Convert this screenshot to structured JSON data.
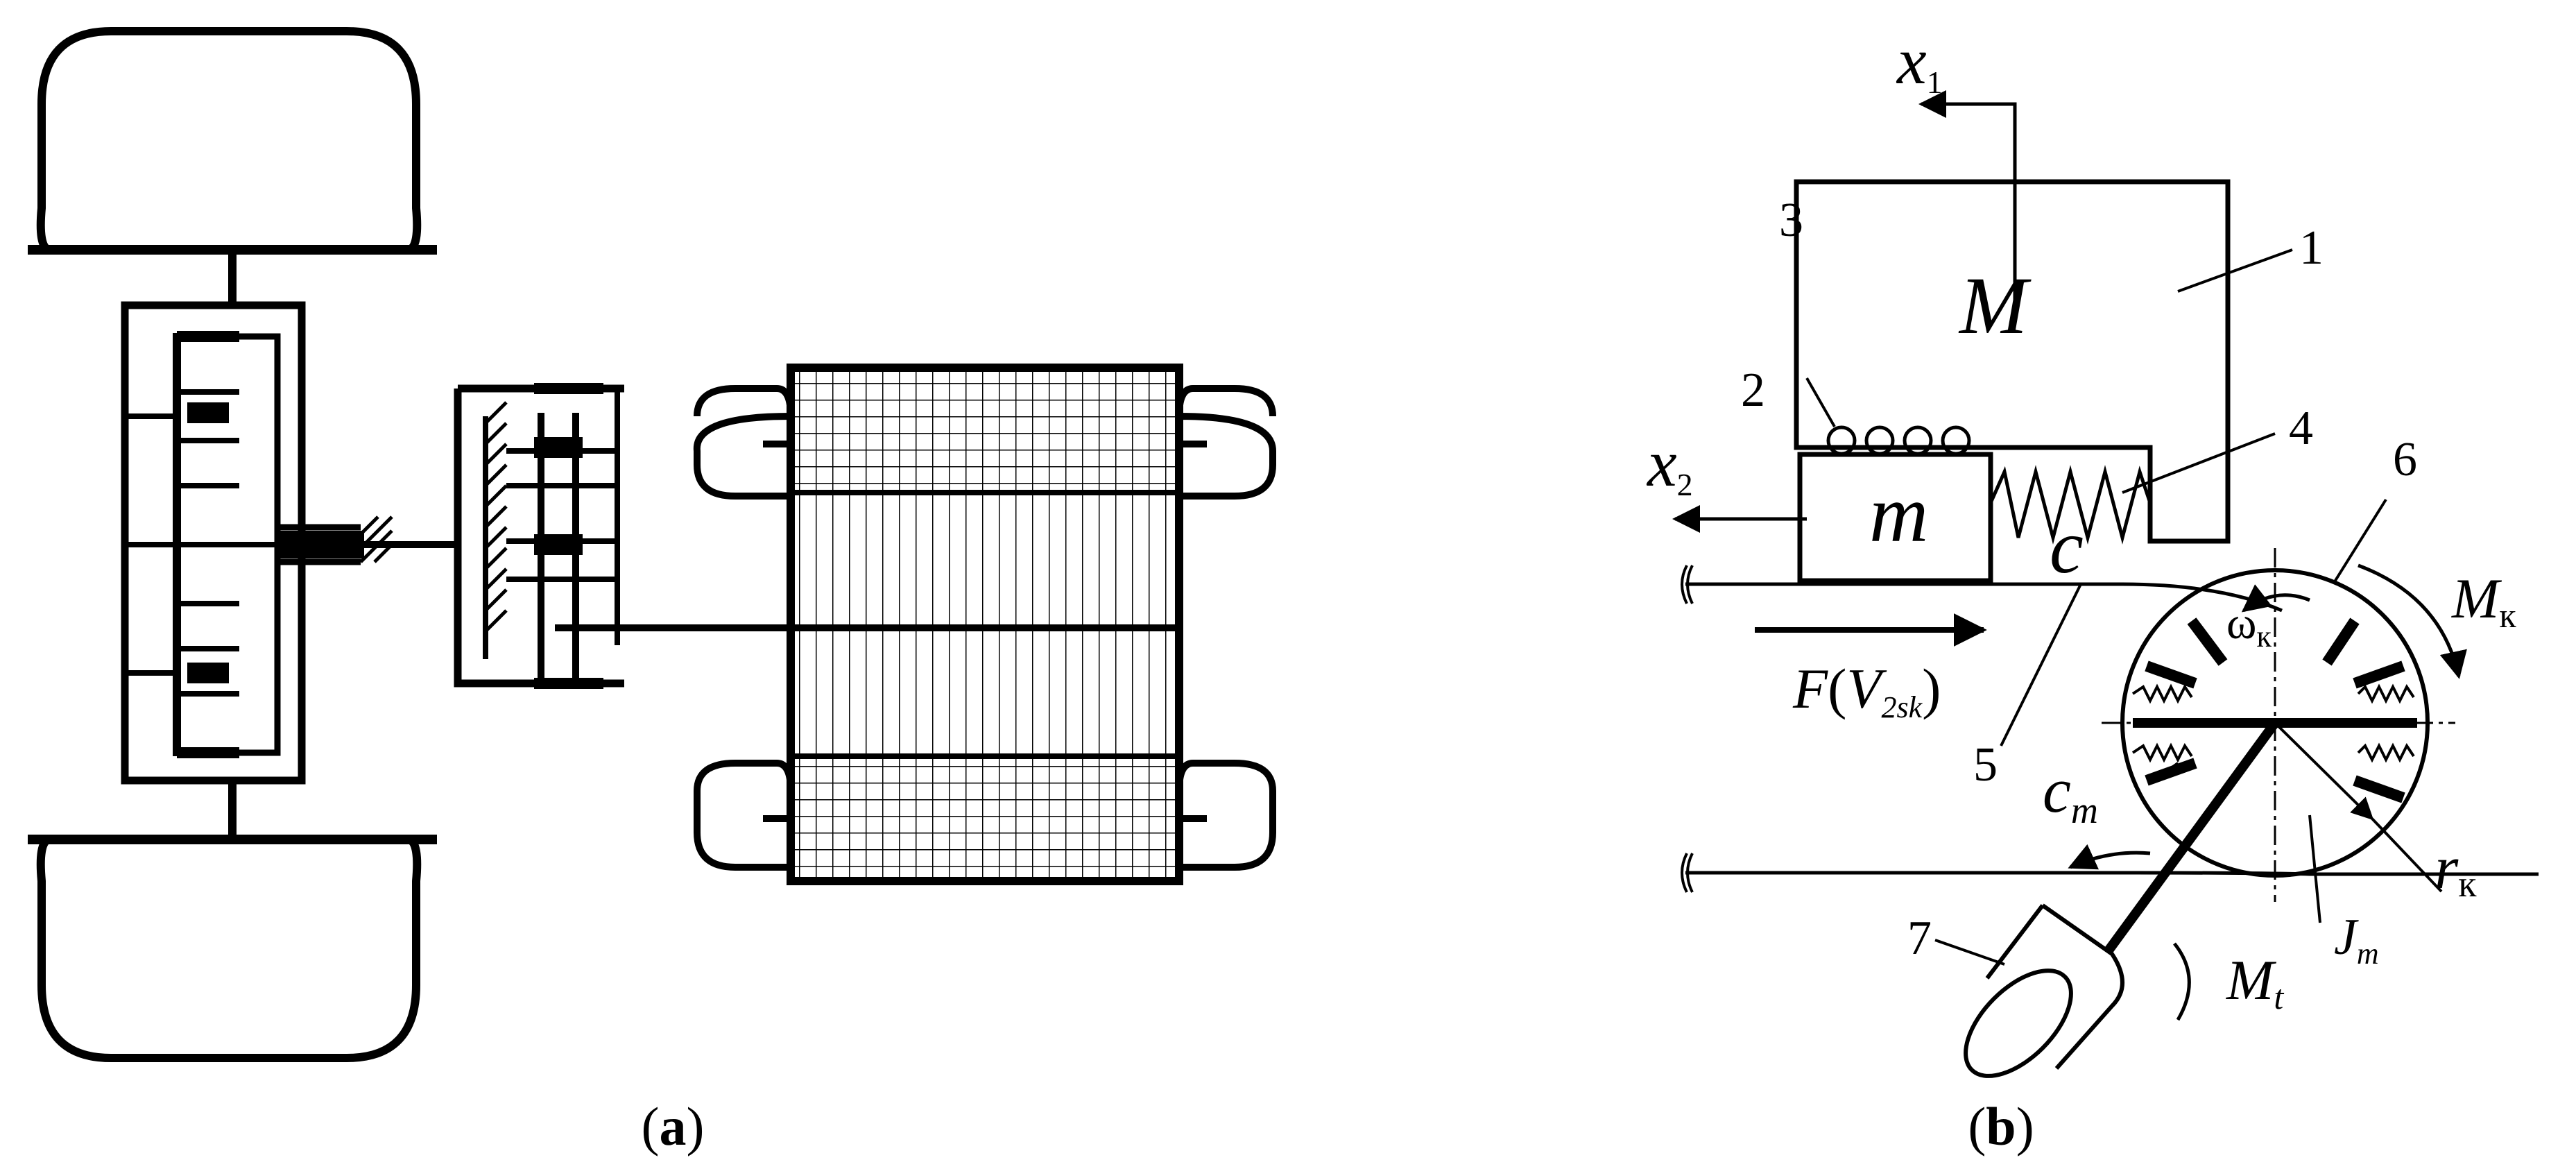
{
  "panels": {
    "a": {
      "open": "(",
      "letter": "a",
      "close": ")"
    },
    "b": {
      "open": "(",
      "letter": "b",
      "close": ")"
    }
  },
  "labels": {
    "x1_base": "x",
    "x1_sub": "1",
    "x2_base": "x",
    "x2_sub": "2",
    "mass_big": "M",
    "mass_small": "m",
    "spring_c": "c",
    "part_1": "1",
    "part_2": "2",
    "part_3": "3",
    "part_4": "4",
    "part_5": "5",
    "part_6": "6",
    "part_7": "7",
    "mk_base": "M",
    "mk_sub": "к",
    "omega_base": "ω",
    "omega_sub": "к",
    "force_F": "F",
    "force_open": "(",
    "force_V": "V",
    "force_sub": "2sk",
    "force_close": ")",
    "cm_base": "c",
    "cm_sub": "m",
    "jm_base": "J",
    "jm_sub": "m",
    "mt_base": "M",
    "mt_sub": "t",
    "rk_base": "r",
    "rk_sub": "к"
  },
  "colors": {
    "ink": "#000000",
    "background": "#ffffff"
  }
}
